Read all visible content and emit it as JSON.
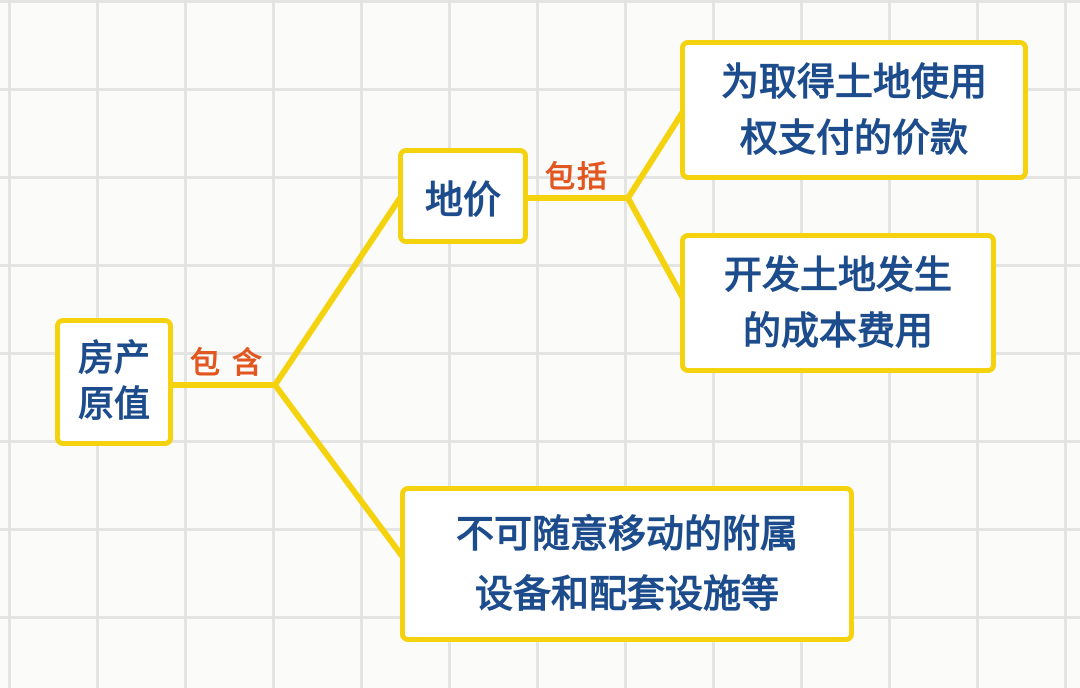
{
  "diagram": {
    "root": {
      "lines": [
        "房产",
        "原值"
      ]
    },
    "root_edge_label": "包含",
    "land_price": {
      "text": "地价"
    },
    "land_price_edge_label": "包括",
    "land_use_payment": {
      "lines": [
        "为取得土地使用",
        "权支付的价款"
      ]
    },
    "land_development_cost": {
      "lines": [
        "开发土地发生",
        "的成本费用"
      ]
    },
    "fixtures": {
      "lines": [
        "不可随意移动的附属",
        "设备和配套设施等"
      ]
    }
  },
  "colors": {
    "background": "#fbfbf9",
    "grid": "#e4e4e2",
    "border_and_connectors": "#f5d20e",
    "node_text": "#1d4c8c",
    "edge_label_text": "#e2561f",
    "node_fill": "#ffffff"
  }
}
